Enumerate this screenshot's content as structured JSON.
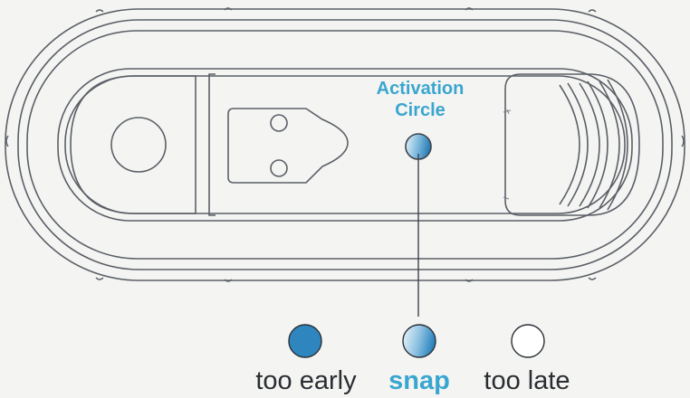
{
  "callout": {
    "line1": "Activation",
    "line2": "Circle"
  },
  "states": [
    {
      "label": "too early",
      "fill": "solid-blue"
    },
    {
      "label": "snap",
      "fill": "gradient-blue"
    },
    {
      "label": "too late",
      "fill": "white"
    }
  ],
  "colors": {
    "background": "#f4f4f3",
    "outline": "#5b6066",
    "accent_text": "#3aa6cf",
    "body_text": "#2a2d31",
    "solid_blue": "#2f86bf",
    "gradient_start": "#f1f7fb",
    "gradient_end": "#2f86bf",
    "white_circle": "#ffffff"
  }
}
